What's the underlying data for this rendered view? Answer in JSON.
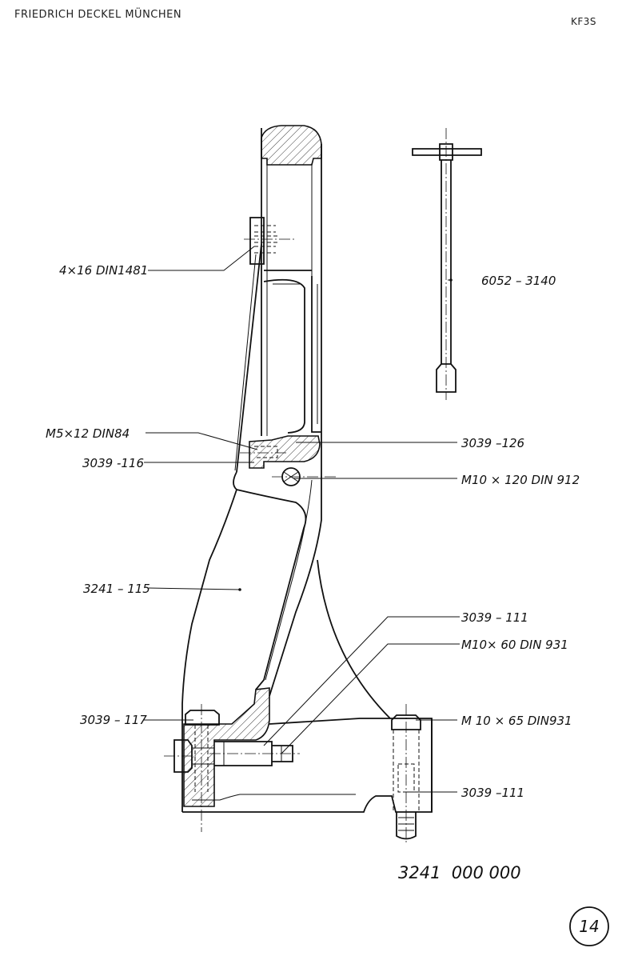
{
  "header": {
    "manufacturer": "FRIEDRICH DECKEL MÜNCHEN",
    "model_code": "KF3S"
  },
  "labels": {
    "pin_4x16": "4×16 DIN1481",
    "key_tool": "6052 – 3140",
    "screw_m5": "M5×12 DIN84",
    "part_126": "3039 –126",
    "part_116": "3039 -116",
    "screw_m10_120": "M10 × 120 DIN 912",
    "part_115": "3241 – 115",
    "part_111_upper": "3039 – 111",
    "screw_m10_60": "M10× 60 DIN 931",
    "part_117": "3039 – 117",
    "screw_m10_65": "M 10 × 65 DIN931",
    "part_111_lower": "3039 –111"
  },
  "assembly_number": "3241  000 000",
  "page_number": "14"
}
